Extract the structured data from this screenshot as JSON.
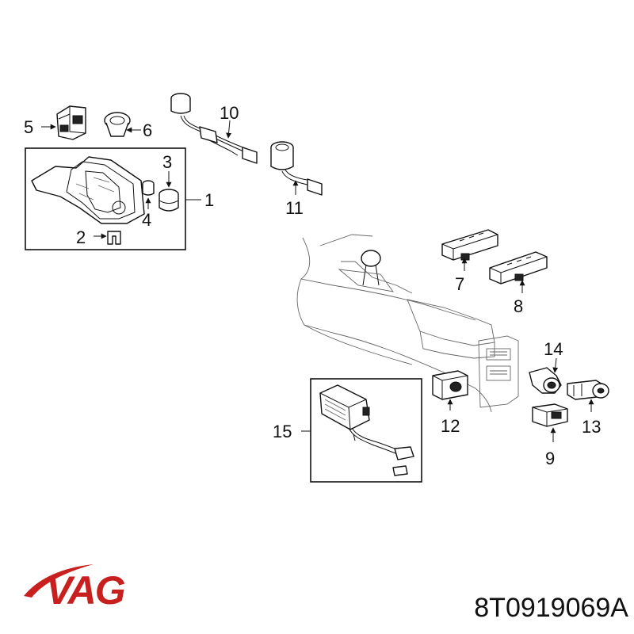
{
  "callouts": {
    "c1": "1",
    "c2": "2",
    "c3": "3",
    "c4": "4",
    "c5": "5",
    "c6": "6",
    "c7": "7",
    "c8": "8",
    "c9": "9",
    "c10": "10",
    "c11": "11",
    "c12": "12",
    "c13": "13",
    "c14": "14",
    "c15": "15"
  },
  "brand": {
    "logo_text": "VAG",
    "color": "#c8201e"
  },
  "part_number": "8T0919069A"
}
